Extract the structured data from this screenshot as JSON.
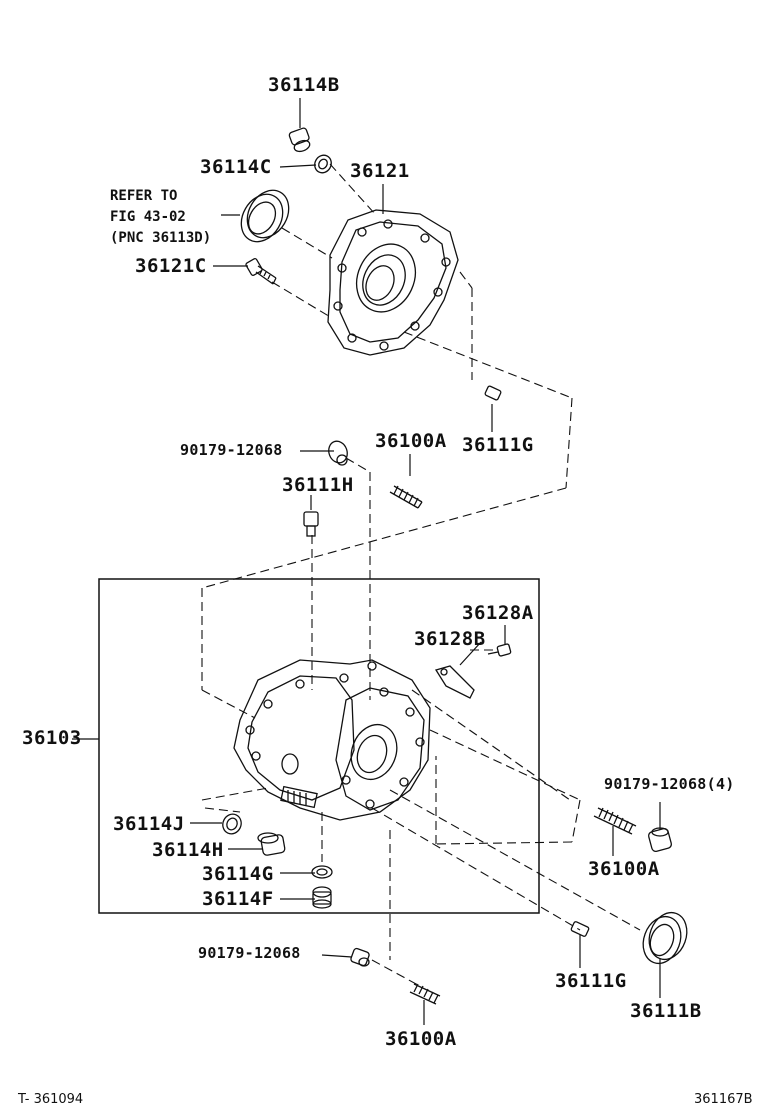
{
  "labels": {
    "p36114B": "36114B",
    "p36114C": "36114C",
    "p36121": "36121",
    "refer_line1": "REFER TO",
    "refer_line2": "FIG 43-02",
    "refer_line3": "(PNC 36113D)",
    "p36121C": "36121C",
    "p90179_top": "90179-12068",
    "p36100A_top": "36100A",
    "p36111G_top": "36111G",
    "p36111H": "36111H",
    "p36128A": "36128A",
    "p36128B": "36128B",
    "p36103": "36103",
    "p90179_right": "90179-12068(4)",
    "p36114J": "36114J",
    "p36114H": "36114H",
    "p36100A_right": "36100A",
    "p36114G": "36114G",
    "p36114F": "36114F",
    "p90179_bottom": "90179-12068",
    "p36111G_bottom": "36111G",
    "p36111B": "36111B",
    "p36100A_bottom": "36100A"
  },
  "footer": {
    "left": "T- 361094",
    "right": "361167B"
  }
}
